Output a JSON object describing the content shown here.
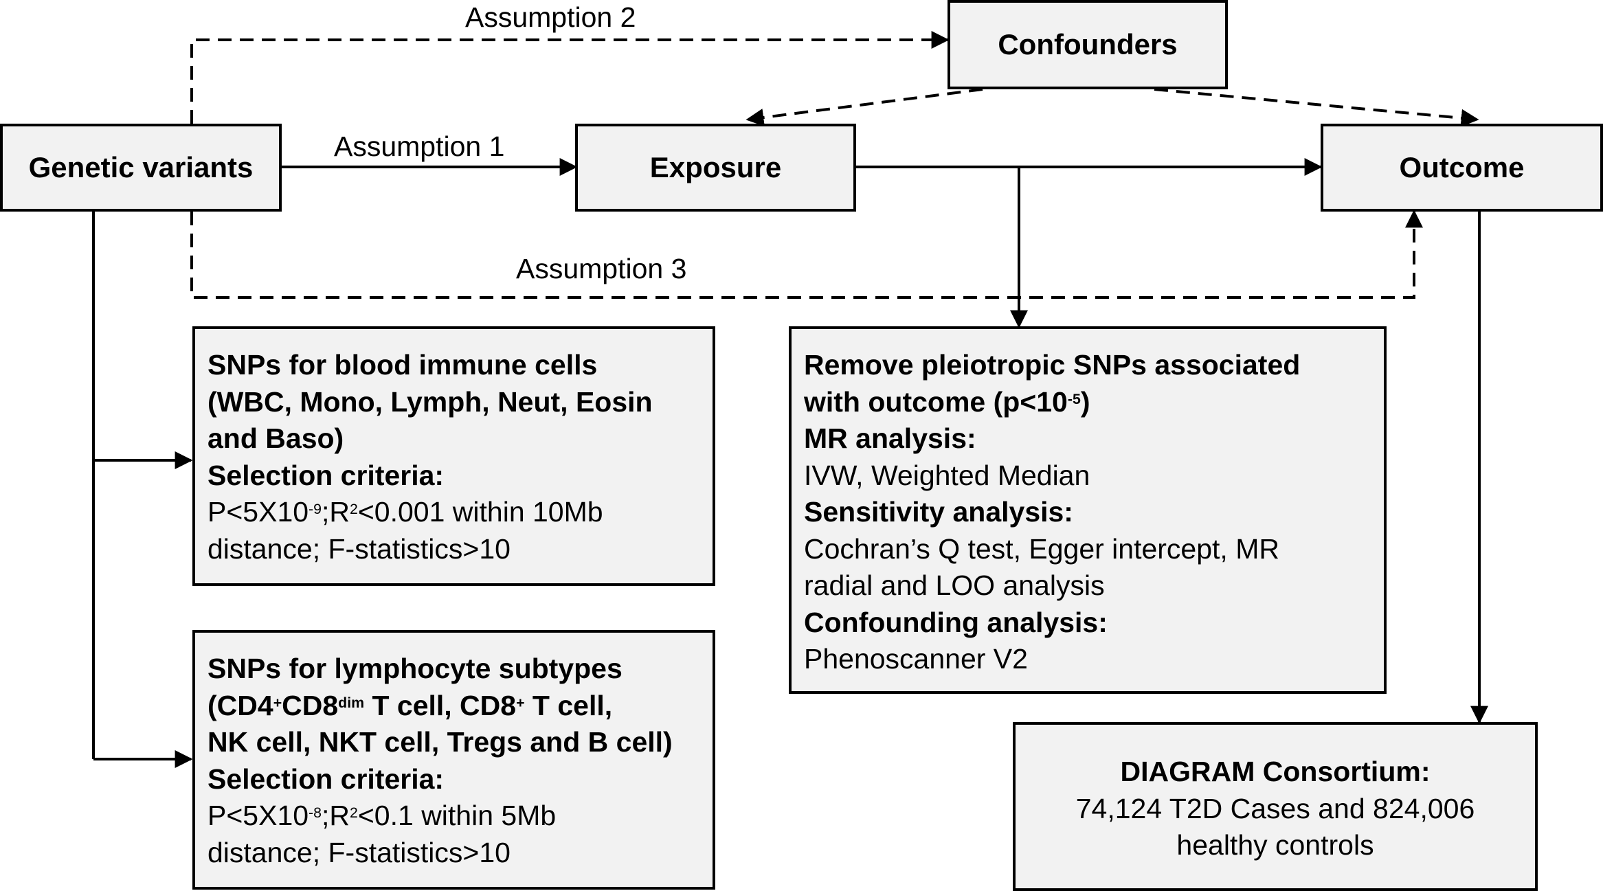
{
  "nodes": {
    "genetic_variants": "Genetic variants",
    "exposure": "Exposure",
    "outcome": "Outcome",
    "confounders": "Confounders"
  },
  "edges": {
    "assumption1": "Assumption 1",
    "assumption2": "Assumption 2",
    "assumption3": "Assumption 3"
  },
  "blood_cells_panel": {
    "heading_1": "SNPs for blood immune cells",
    "heading_2": "(WBC, Mono, Lymph, Neut, Eosin",
    "heading_3": "and Baso)",
    "criteria_label": "Selection criteria:",
    "c1_a": "P<5X10",
    "c1_exp1": "-9",
    "c1_b": ";R",
    "c1_exp2": "2",
    "c1_c": "<0.001 within 10Mb",
    "c2": "distance; F-statistics>10"
  },
  "lymphocyte_panel": {
    "h1": "SNPs for lymphocyte subtypes",
    "h2_a": "(CD4",
    "h2_sup1": "+",
    "h2_b": "CD8",
    "h2_sup2": "dim",
    "h2_c": " T cell, CD8",
    "h2_sup3": "+",
    "h2_d": " T cell,",
    "h3": "NK cell, NKT cell, Tregs and B cell)",
    "criteria_label": "Selection criteria:",
    "c1_a": "P<5X10",
    "c1_exp1": "-8",
    "c1_b": ";R",
    "c1_exp2": "2",
    "c1_c": "<0.1 within 5Mb",
    "c2": "distance; F-statistics>10"
  },
  "analysis_panel": {
    "h1": "Remove pleiotropic SNPs associated",
    "h2_a": "with outcome (p<10",
    "h2_exp": "-5",
    "h2_b": ")",
    "mr_label": "MR analysis:",
    "mr_methods": "IVW, Weighted Median",
    "sens_label": "Sensitivity analysis:",
    "sens_1": "Cochran’s Q test, Egger intercept, MR",
    "sens_2": "radial and LOO analysis",
    "conf_label": "Confounding analysis:",
    "conf_tool": "Phenoscanner V2"
  },
  "diagram_panel": {
    "title": "DIAGRAM Consortium:",
    "line1": "74,124 T2D Cases and 824,006",
    "line2": "healthy controls"
  }
}
